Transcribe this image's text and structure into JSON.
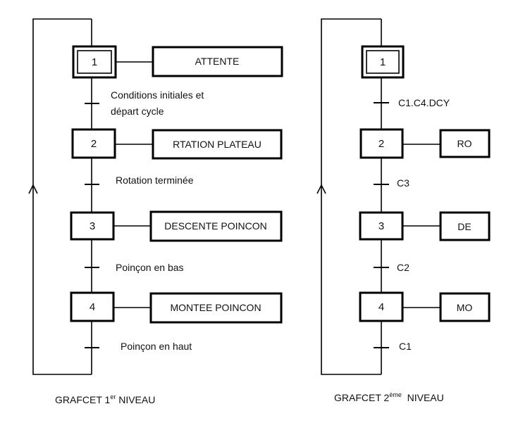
{
  "grafcets": [
    {
      "steps": [
        {
          "number": "1",
          "action": "ATTENTE",
          "initial": true
        },
        {
          "number": "2",
          "action": "RTATION PLATEAU",
          "initial": false
        },
        {
          "number": "3",
          "action": "DESCENTE POINCON",
          "initial": false
        },
        {
          "number": "4",
          "action": "MONTEE POINCON",
          "initial": false
        }
      ],
      "transitions": [
        {
          "lines": [
            "Conditions initiales et",
            "départ cycle"
          ]
        },
        {
          "lines": [
            "Rotation terminée"
          ]
        },
        {
          "lines": [
            "Poinçon en bas"
          ]
        },
        {
          "lines": [
            "Poinçon en haut"
          ]
        }
      ],
      "caption": {
        "main": "GRAFCET 1",
        "sup": "er",
        "tail": " NIVEAU"
      }
    },
    {
      "steps": [
        {
          "number": "1",
          "action": "",
          "initial": true
        },
        {
          "number": "2",
          "action": "RO",
          "initial": false
        },
        {
          "number": "3",
          "action": "DE",
          "initial": false
        },
        {
          "number": "4",
          "action": "MO",
          "initial": false
        }
      ],
      "transitions": [
        {
          "lines": [
            "C1.C4.DCY"
          ]
        },
        {
          "lines": [
            "C3"
          ]
        },
        {
          "lines": [
            "C2"
          ]
        },
        {
          "lines": [
            "C1"
          ]
        }
      ],
      "caption": {
        "main": "GRAFCET 2",
        "sup": "ème",
        "tail": "  NIVEAU"
      }
    }
  ]
}
